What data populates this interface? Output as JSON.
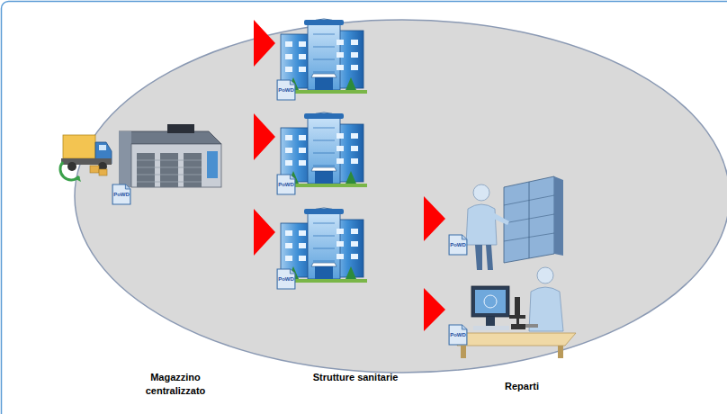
{
  "diagram": {
    "nodes": [
      {
        "text": [
          "PoWD"
        ]
      },
      {
        "text": [
          "PoWD"
        ]
      },
      {
        "text": [
          "PoWD"
        ]
      },
      {
        "text": [
          "PoWD"
        ]
      },
      {
        "text": [
          "PoWD"
        ]
      },
      {
        "text": [
          "PoWD"
        ]
      }
    ],
    "labels": [
      "Magazzino centralizzato",
      "Strutture sanitarie",
      "Reparti"
    ]
  }
}
